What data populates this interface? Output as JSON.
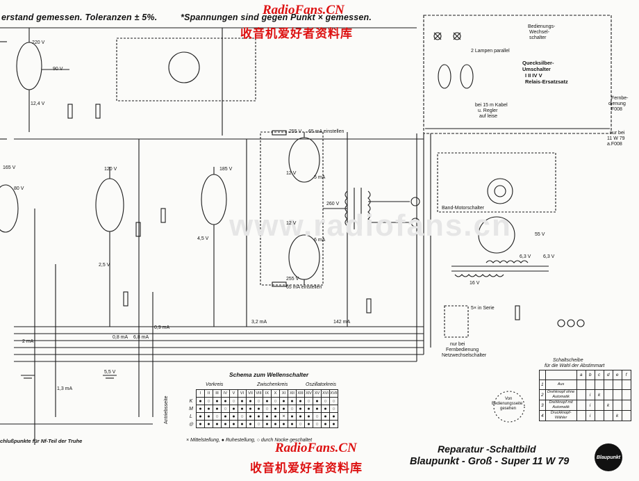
{
  "header": {
    "left": "erstand gemessen. Toleranzen ± 5%.",
    "right": "*Spannungen sind gegen Punkt × gemessen."
  },
  "watermark": {
    "site": "RadioFans.CN",
    "tagline": "收音机爱好者资料库",
    "faint": "www.radiofans.cn"
  },
  "remote": {
    "box_title_1": "Bedienungs-",
    "box_title_2": "Wechsel-",
    "box_title_3": "schalter",
    "lamps": "2 Lampen parallel",
    "relay_1": "Quecksilber-",
    "relay_2": "Umschalter",
    "relay_3": "Relais-Ersatzsatz",
    "roman": "I  II  IV  V",
    "cable_1": "bei 15 m Kabel",
    "cable_2": "u. Regler",
    "cable_3": "auf leise",
    "fern_1": "Fernbe-",
    "fern_2": "dienung",
    "fern_3": "F008",
    "only_1": "nur bei",
    "only_2": "11 W 79",
    "only_3": "a.F008",
    "motor": "Band-Motorschalter",
    "mains_1": "nur bei",
    "mains_2": "Fernbedienung",
    "mains_3": "Netzwechselschalter",
    "serial": "5× in Serie"
  },
  "voltages": {
    "v220": "220 V",
    "v90": "90 V",
    "v124": "12,4 V",
    "v165": "165 V",
    "v80": "80 V",
    "v120": "120 V",
    "v185": "185 V",
    "v45": "4,5 V",
    "v25": "2,5 V",
    "v55": "5,5 V",
    "v255a": "255 V",
    "v255b": "255 V",
    "v12a": "12 V",
    "v12b": "12 V",
    "v260": "260 V",
    "v63": "6,3 V",
    "v63b": "6,3 V",
    "v16": "16 V",
    "v55b": "55 V"
  },
  "currents": {
    "i65a": "65 mA einstellen",
    "i65b": "65 mA einstellen",
    "i5": "5 mA",
    "i6": "6 mA",
    "i09": "0,9 mA",
    "i08": "0,8 mA",
    "i68": "6,8 mA",
    "i32": "3,2 mA",
    "i142": "142 mA",
    "i2": "2 mA",
    "i13": "1,3 mA"
  },
  "bottom_left": "chlußpunkte für Nf-Teil der Truhe",
  "wellenschalter": {
    "title": "Schema zum Wellenschalter",
    "groups": [
      "Vorkreis",
      "Zwischenkreis",
      "Oszillatorkreis"
    ],
    "side_label": "Antriebsseite",
    "columns": [
      "I",
      "II",
      "III",
      "IV",
      "V",
      "VI",
      "VII",
      "VIII",
      "IX",
      "X",
      "XI",
      "XII",
      "XIII",
      "XIV",
      "XV",
      "XVI",
      "XVII"
    ],
    "rows": [
      {
        "label": "K",
        "cells": [
          "●",
          "○",
          "●",
          "●",
          "○",
          "●",
          "●",
          "○",
          "●",
          "○",
          "●",
          "●",
          "●",
          "○",
          "●",
          "○",
          "○"
        ]
      },
      {
        "label": "M",
        "cells": [
          "●",
          "●",
          "●",
          "○",
          "●",
          "●",
          "●",
          "●",
          "○",
          "●",
          "●",
          "○",
          "●",
          "●",
          "●",
          "●",
          "○"
        ]
      },
      {
        "label": "L",
        "cells": [
          "●",
          "●",
          "○",
          "●",
          "●",
          "○",
          "●",
          "●",
          "●",
          "●",
          "×",
          "●",
          "●",
          "●",
          "○",
          "●",
          "●"
        ]
      },
      {
        "label": "◎",
        "cells": [
          "●",
          "●",
          "●",
          "●",
          "●",
          "●",
          "●",
          "○",
          "●",
          "●",
          "●",
          "●",
          "○",
          "●",
          "○",
          "●",
          "●"
        ]
      }
    ],
    "legend": "× Mittelstellung,   ● Ruhestellung,   ○ durch Nocke geschaltet"
  },
  "schaltscheibe": {
    "title_1": "Schaltscheibe",
    "title_2": "für die Wahl der Abstimmart",
    "cols": [
      "a",
      "b",
      "c",
      "d",
      "e",
      "f"
    ],
    "rows": [
      {
        "n": "1",
        "name": "Aus",
        "cells": [
          "",
          "",
          "",
          "",
          "",
          ""
        ]
      },
      {
        "n": "2",
        "name": "Drehknopf ohne Automatik",
        "cells": [
          "",
          "i",
          "k",
          "",
          "",
          ""
        ]
      },
      {
        "n": "3",
        "name": "Drehknopf mit Automatik",
        "cells": [
          "",
          "i",
          "",
          "k",
          "",
          ""
        ]
      },
      {
        "n": "4",
        "name": "Druckknopf-Wähler",
        "cells": [
          "",
          "i",
          "",
          "",
          "k",
          ""
        ]
      }
    ],
    "disc_label_1": "Von",
    "disc_label_2": "Bedienungsseite",
    "disc_label_3": "gesehen"
  },
  "footer": {
    "line1": "Reparatur -Schaltbild",
    "line2": "Blaupunkt - Groß - Super  11 W 79",
    "logo": "Blaupunkt"
  }
}
